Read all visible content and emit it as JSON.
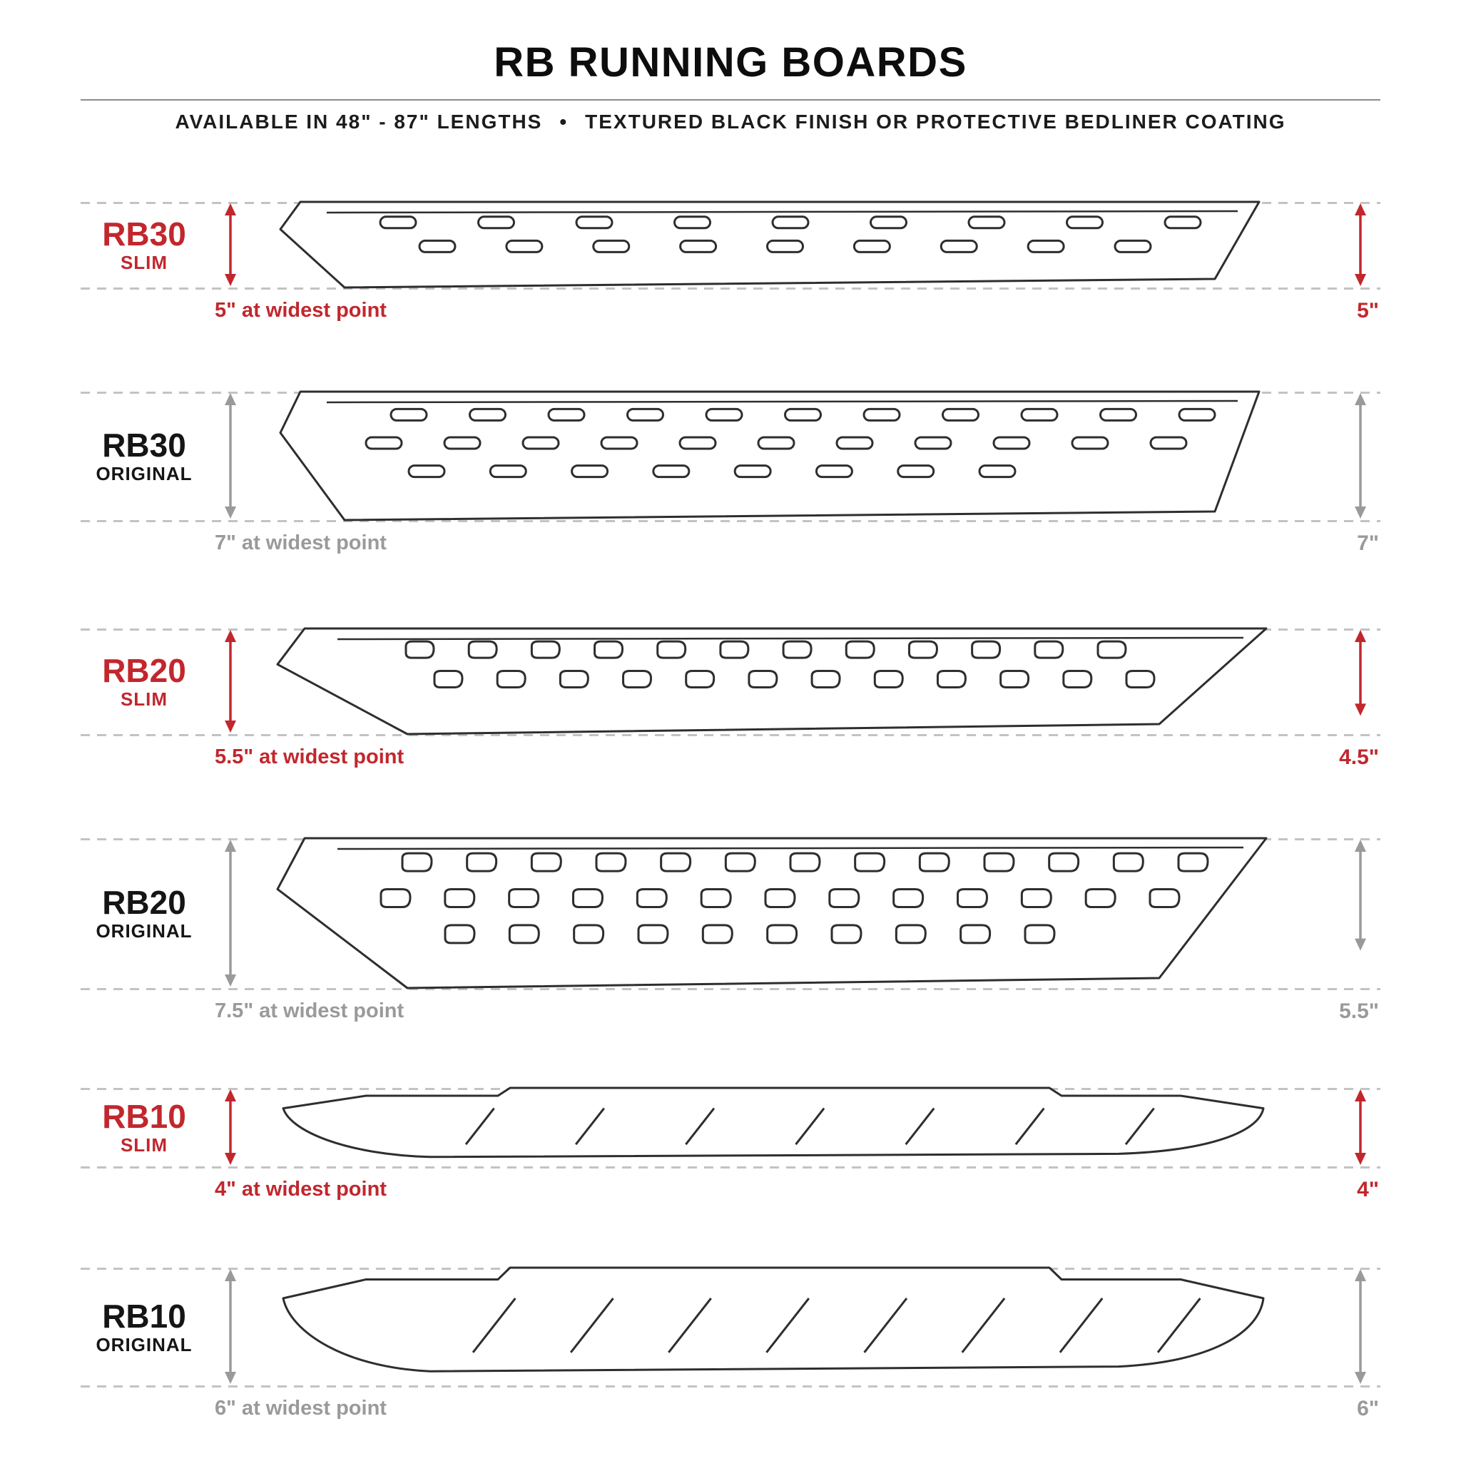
{
  "header": {
    "title": "RB RUNNING BOARDS",
    "subtitle_lengths": "AVAILABLE IN 48\" - 87\" LENGTHS",
    "subtitle_separator": "•",
    "subtitle_finish": "TEXTURED BLACK FINISH OR PROTECTIVE BEDLINER COATING"
  },
  "colors": {
    "accent_red": "#c1272d",
    "muted_gray": "#9a9a9a",
    "line": "#2e2e2e"
  },
  "boards": [
    {
      "model": "RB30",
      "variant": "SLIM",
      "emphasis": "red",
      "widest_label": "5\" at widest point",
      "right_dimension": "5\""
    },
    {
      "model": "RB30",
      "variant": "ORIGINAL",
      "emphasis": "gray",
      "widest_label": "7\" at widest point",
      "right_dimension": "7\""
    },
    {
      "model": "RB20",
      "variant": "SLIM",
      "emphasis": "red",
      "widest_label": "5.5\" at widest point",
      "right_dimension": "4.5\""
    },
    {
      "model": "RB20",
      "variant": "ORIGINAL",
      "emphasis": "gray",
      "widest_label": "7.5\" at widest point",
      "right_dimension": "5.5\""
    },
    {
      "model": "RB10",
      "variant": "SLIM",
      "emphasis": "red",
      "widest_label": "4\" at widest point",
      "right_dimension": "4\""
    },
    {
      "model": "RB10",
      "variant": "ORIGINAL",
      "emphasis": "gray",
      "widest_label": "6\" at widest point",
      "right_dimension": "6\""
    }
  ]
}
